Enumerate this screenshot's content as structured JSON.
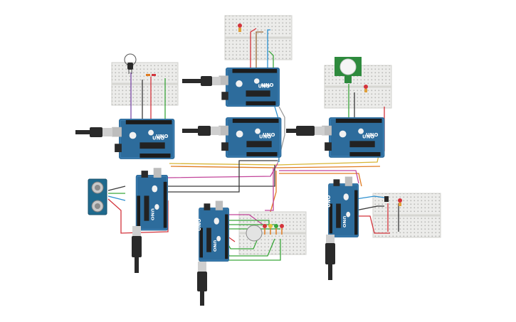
{
  "boards": [
    {
      "id": "uno-top-center",
      "logo": "UNO"
    },
    {
      "id": "uno-left",
      "logo": "UNO"
    },
    {
      "id": "uno-middle",
      "logo": "UNO"
    },
    {
      "id": "uno-right",
      "logo": "UNO"
    },
    {
      "id": "uno-ultrasonic",
      "logo": "UNO"
    },
    {
      "id": "uno-bottom-center",
      "logo": "UNO"
    },
    {
      "id": "uno-bottom-right",
      "logo": "UNO"
    }
  ],
  "components": {
    "ultrasonic_sensor": "HC-SR04",
    "pir_sensor": "PIR",
    "temperature_sensor": "TMP",
    "servo_knob": "servo",
    "leds": [
      "red",
      "yellow",
      "green",
      "red"
    ]
  },
  "colors": {
    "board": "#2d6c9c",
    "board_dark": "#1f4f74",
    "breadboard": "#ececea",
    "wire_red": "#d3333b",
    "wire_green": "#3aa63a",
    "wire_blue": "#2b8fcf",
    "wire_black": "#3a3a3a",
    "wire_orange": "#e07b21",
    "wire_yellow": "#d8b534",
    "wire_pink": "#c2449a",
    "wire_purple": "#7a4aa8",
    "wire_gray": "#9a9a9a",
    "wire_brown": "#9a6a3a",
    "cable": "#2a2a2a"
  }
}
